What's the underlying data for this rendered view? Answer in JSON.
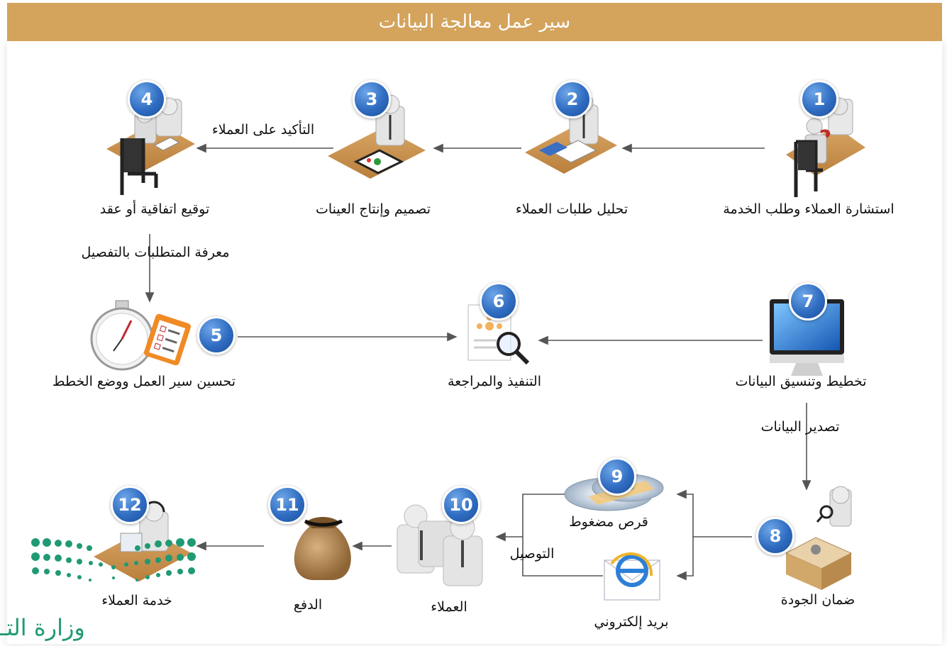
{
  "title": "سير عمل معالجة البيانات",
  "colors": {
    "header": "#d4a35c",
    "badge": "#2f6cc1",
    "desk": "#c8904a",
    "arrow": "#555555",
    "logo": "#1f9a74"
  },
  "steps": [
    {
      "number": "1",
      "label": "استشارة العملاء وطلب الخدمة",
      "icon": "consultation-icon"
    },
    {
      "number": "2",
      "label": "تحليل طلبات العملاء",
      "icon": "analysis-desk-icon"
    },
    {
      "number": "3",
      "label": "تصميم وإنتاج العينات",
      "icon": "design-desk-icon"
    },
    {
      "number": "4",
      "label": "توقيع اتفاقية أو عقد",
      "icon": "contract-signing-icon"
    },
    {
      "number": "5",
      "label": "تحسين سير العمل ووضع الخطط",
      "icon": "stopwatch-checklist-icon"
    },
    {
      "number": "6",
      "label": "التنفيذ والمراجعة",
      "icon": "document-magnifier-icon"
    },
    {
      "number": "7",
      "label": "تخطيط وتنسيق البيانات",
      "icon": "computer-monitor-icon"
    },
    {
      "number": "8",
      "label": "ضمان الجودة",
      "icon": "quality-inspection-icon"
    },
    {
      "number": "9",
      "label": "قرص مضغوط",
      "icon": "compact-disc-icon"
    },
    {
      "number": "",
      "label": "بريد إلكتروني",
      "icon": "email-icon"
    },
    {
      "number": "10",
      "label": "العملاء",
      "icon": "customers-icon"
    },
    {
      "number": "11",
      "label": "الدفع",
      "icon": "money-bag-icon"
    },
    {
      "number": "12",
      "label": "خدمة العملاء",
      "icon": "customer-service-icon"
    }
  ],
  "connectors": {
    "confirm_customers": "التأكيد على العملاء",
    "detailed_requirements": "معرفة المتطلبات بالتفصيل",
    "export_data": "تصدير البيانات",
    "delivery": "التوصيل"
  },
  "logo": {
    "dots": "logo-dots-icon",
    "text": "وزارة التـ"
  }
}
